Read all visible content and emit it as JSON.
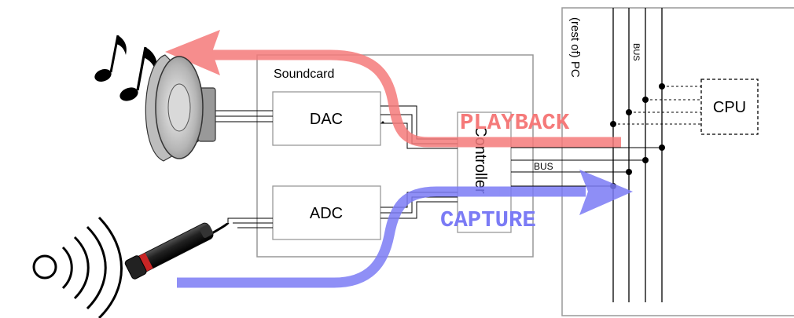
{
  "labels": {
    "soundcard": "Soundcard",
    "dac": "DAC",
    "adc": "ADC",
    "controller": "Controller",
    "bus_inner": "BUS",
    "bus_pc": "BUS",
    "rest_of_pc": "(rest of) PC",
    "cpu": "CPU",
    "playback": "PLAYBACK",
    "capture": "CAPTURE"
  },
  "colors": {
    "playback": "#f57a7a",
    "capture": "#7b7bf5",
    "box_border": "#999999",
    "line": "#000000"
  },
  "icons": [
    "music-notes-icon",
    "speaker-icon",
    "microphone-icon",
    "sound-waves-icon"
  ]
}
